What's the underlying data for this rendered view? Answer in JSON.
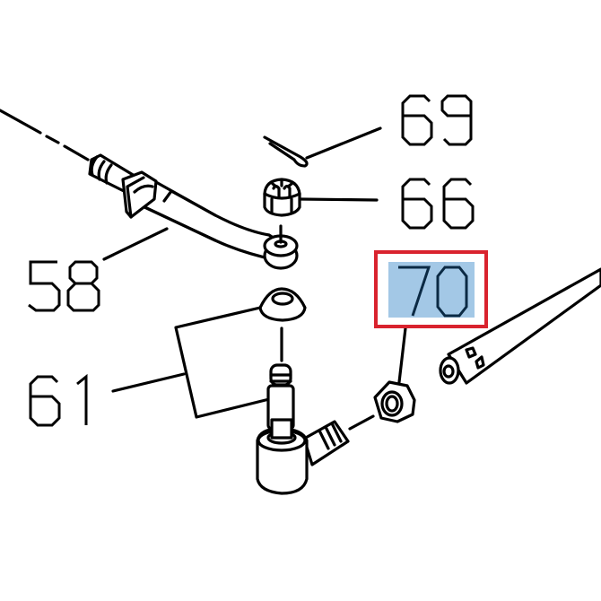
{
  "diagram": {
    "type": "exploded-parts-diagram",
    "callouts": [
      {
        "id": "69",
        "label": "69",
        "part": "cotter pin",
        "highlighted": false
      },
      {
        "id": "66",
        "label": "66",
        "part": "castle nut",
        "highlighted": false
      },
      {
        "id": "58",
        "label": "58",
        "part": "tie rod / link arm",
        "highlighted": false
      },
      {
        "id": "70",
        "label": "70",
        "part": "nut",
        "highlighted": true
      },
      {
        "id": "61",
        "label": "61",
        "part": "ball joint kit (boot + ball stud end)",
        "highlighted": false
      }
    ],
    "highlight": {
      "target": "70",
      "box_color": "#d9232e",
      "fill_color": "#a3c8e6"
    }
  }
}
